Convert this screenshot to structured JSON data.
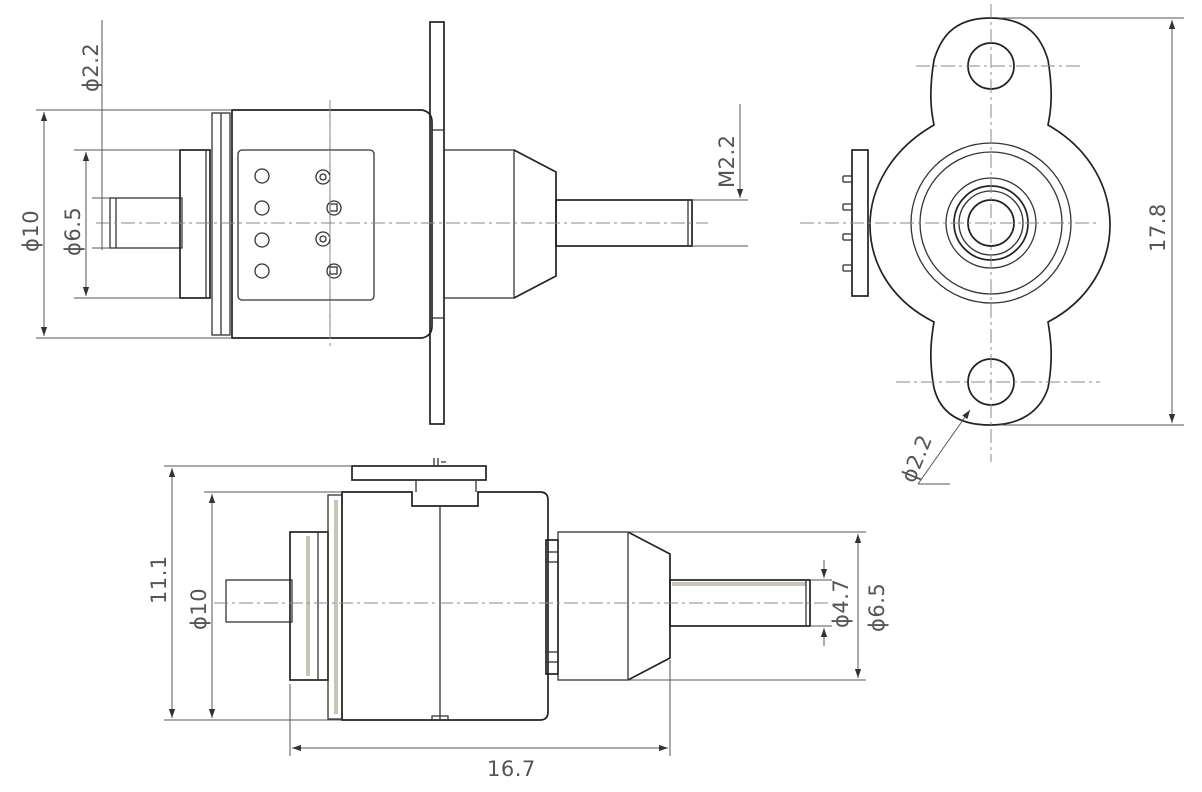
{
  "dimensions": {
    "front": {
      "hole_dia": "ϕ2.2",
      "body_dia": "ϕ10",
      "boss_dia": "ϕ6.5",
      "thread": "M2.2"
    },
    "end": {
      "height": "17.8",
      "hole_dia": "ϕ2.2"
    },
    "side": {
      "height": "11.1",
      "body_dia": "ϕ10",
      "shaft_dia": "ϕ4.7",
      "boss_dia": "ϕ6.5",
      "length": "16.7"
    }
  },
  "colors": {
    "line": "#333333",
    "dimension": "#555555",
    "centerline": "#8a8a8a"
  }
}
